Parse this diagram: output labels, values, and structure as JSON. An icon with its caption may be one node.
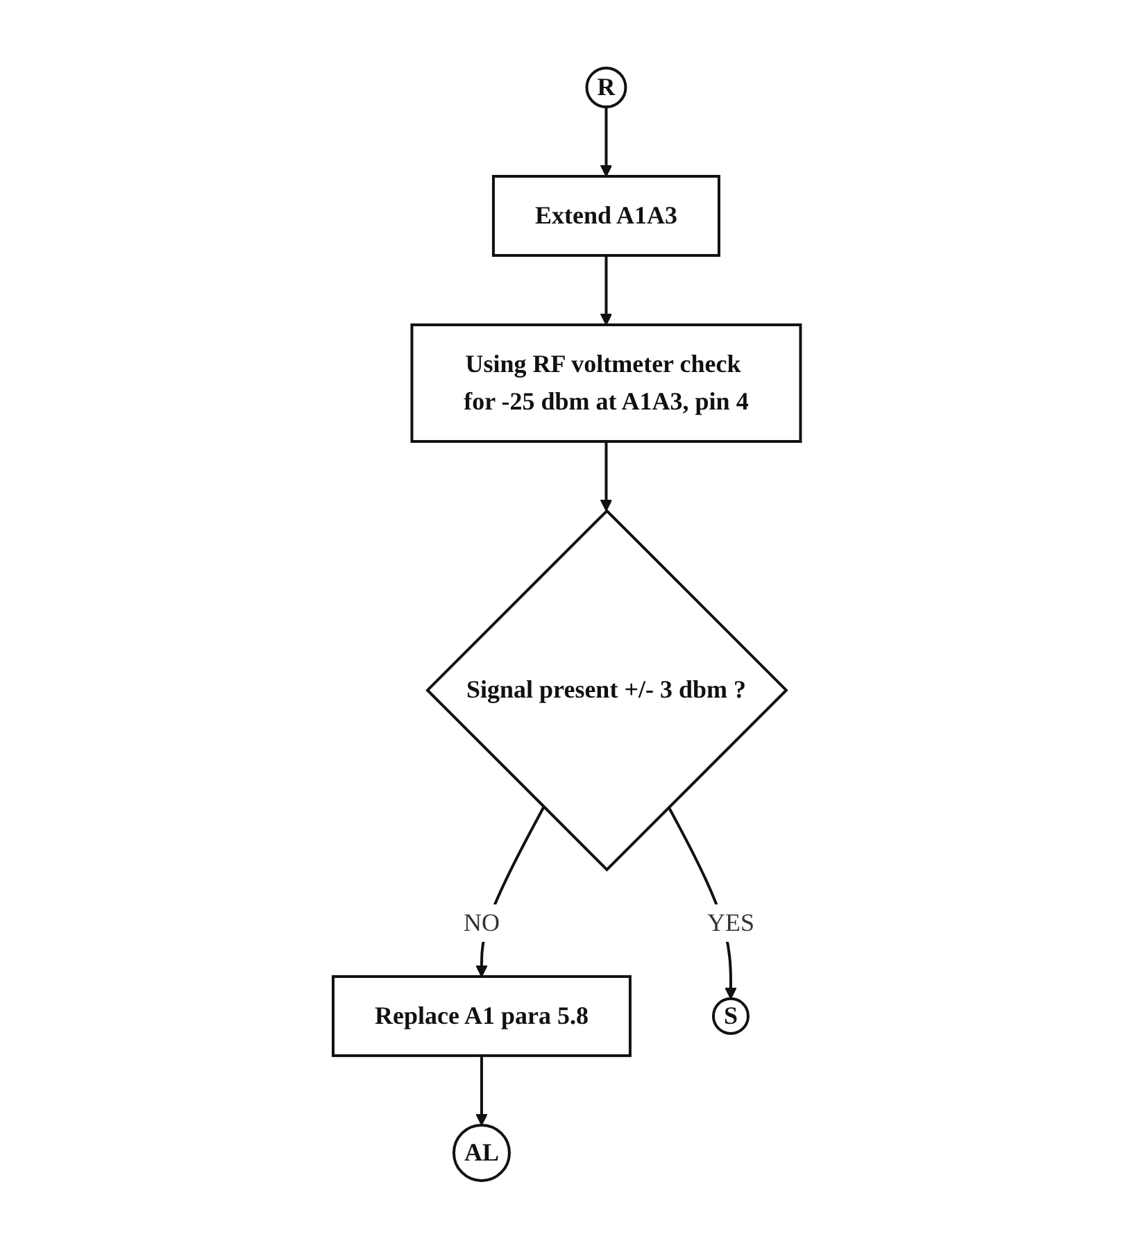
{
  "diagram": {
    "nodes": [
      {
        "text": [
          "R"
        ]
      },
      {
        "text": [
          "Extend A1A3"
        ]
      },
      {
        "text": [
          "Using RF voltmeter check for -25 dbm at A1A3, pin 4"
        ]
      },
      {
        "text": [
          "Replace A1 para 5.8"
        ]
      },
      {
        "text": [
          "Signal present +/- 3 dbm ?"
        ]
      },
      {
        "text": [
          "S"
        ]
      },
      {
        "text": [
          "AL"
        ]
      }
    ],
    "edges": [
      {
        "from": 0,
        "to": 1,
        "arrow": "to"
      },
      {
        "from": 1,
        "to": 2,
        "arrow": "to"
      },
      {
        "from": 2,
        "to": 4,
        "arrow": "to"
      },
      {
        "from": 4,
        "to": 3,
        "arrow": "to",
        "label": "NO"
      },
      {
        "from": 4,
        "to": 5,
        "arrow": "to",
        "label": "YES"
      },
      {
        "from": 3,
        "to": 6,
        "arrow": "to"
      }
    ]
  }
}
